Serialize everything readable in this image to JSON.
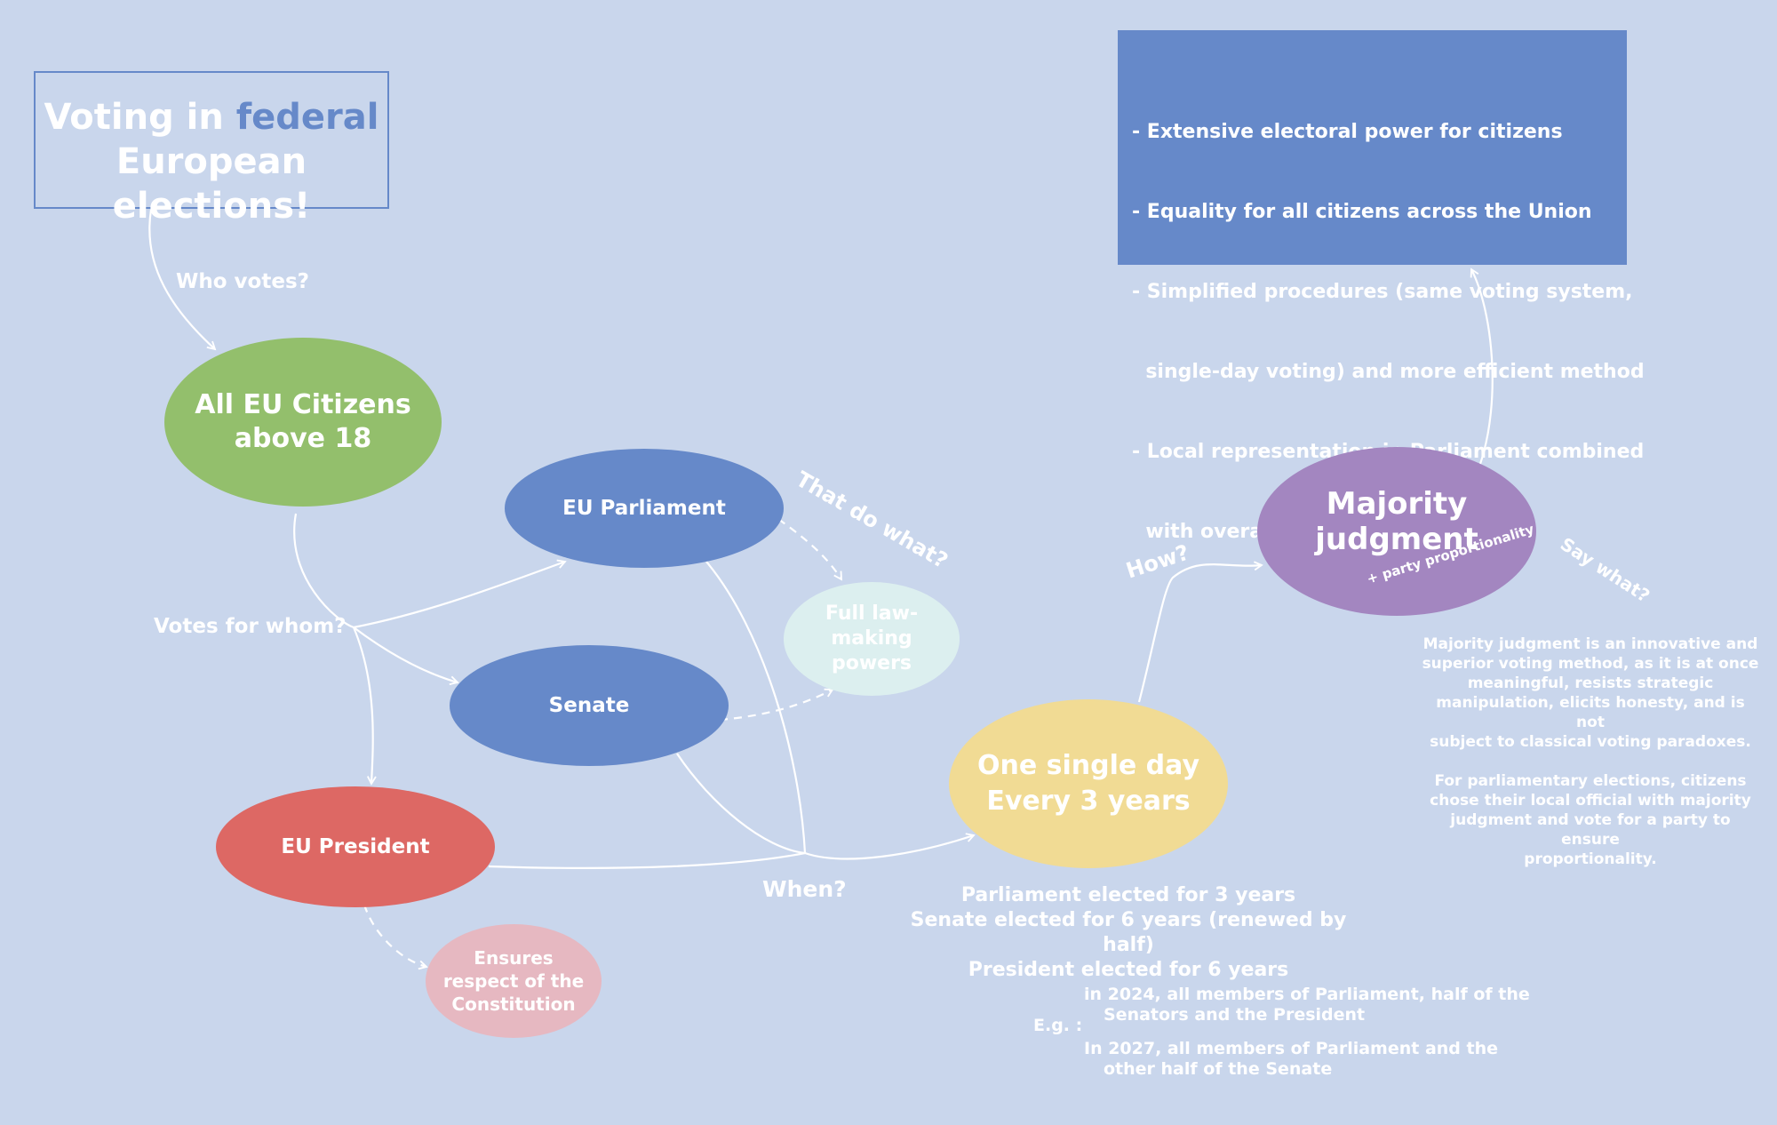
{
  "title": {
    "prefix": "Voting in ",
    "highlight": "federal",
    "line2": "European elections!"
  },
  "benefits": [
    "- Extensive electoral power for citizens",
    "- Equality for all citizens across the Union",
    "- Simplified procedures (same voting system,",
    "  single-day voting) and more efficient method",
    "- Local representation in Parliament combined",
    "  with overall party proportionality"
  ],
  "nodes": {
    "citizens": {
      "line1": "All EU Citizens",
      "line2": "above 18"
    },
    "parliament": "EU Parliament",
    "senate": "Senate",
    "president": "EU President",
    "lawmaking": {
      "line1": "Full law-",
      "line2": "making",
      "line3": "powers"
    },
    "constitution": {
      "line1": "Ensures",
      "line2": "respect of the",
      "line3": "Constitution"
    },
    "single_day": {
      "line1": "One single day",
      "line2": "Every 3 years"
    },
    "majority": {
      "line1": "Majority",
      "line2": "judgment",
      "note": "+ party proportionality"
    }
  },
  "labels": {
    "who_votes": "Who votes?",
    "votes_for_whom": "Votes for whom?",
    "that_do_what": "That do what?",
    "when": "When?",
    "how": "How?",
    "say_what": "Say what?"
  },
  "terms": [
    "Parliament elected for 3 years",
    "Senate elected for 6 years (renewed by half)",
    "President elected for 6 years"
  ],
  "example": {
    "prefix": "E.g. :",
    "line1a": "in 2024, all members of Parliament, half of the",
    "line1b": "Senators and the President",
    "line2a": "In 2027, all members of Parliament and the",
    "line2b": "other half of the Senate"
  },
  "explanation": {
    "p1": [
      "Majority judgment is an innovative and",
      "superior voting method, as it is at once",
      "meaningful, resists strategic",
      "manipulation, elicits honesty, and is not",
      "subject to classical voting paradoxes."
    ],
    "p2": [
      "For parliamentary elections, citizens",
      "chose their local official with majority",
      "judgment and vote for a party to ensure",
      "proportionality."
    ]
  },
  "colors": {
    "background": "#c9d6ec",
    "citizens": "#93bf6c",
    "blue": "#6689c9",
    "president": "#dd6864",
    "lawmaking": "#dcefef",
    "constitution": "#e6b8c1",
    "single_day": "#f1db94",
    "majority": "#a386c0"
  }
}
